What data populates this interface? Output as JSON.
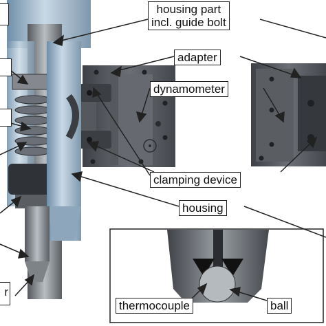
{
  "labels": {
    "housing_part": "housing part\nincl. guide bolt",
    "adapter": "adapter",
    "dynamometer": "dynamometer",
    "clamping_device": "clamping device",
    "housing": "housing",
    "thermocouple": "thermocouple",
    "ball": "ball",
    "cut_left_r": "r"
  },
  "colors": {
    "steel_dark": "#4a4d52",
    "steel_mid": "#7d838a",
    "steel_light": "#c4c9ce",
    "housing_blue": "#9fb8cf",
    "spring": "#6b7078"
  }
}
